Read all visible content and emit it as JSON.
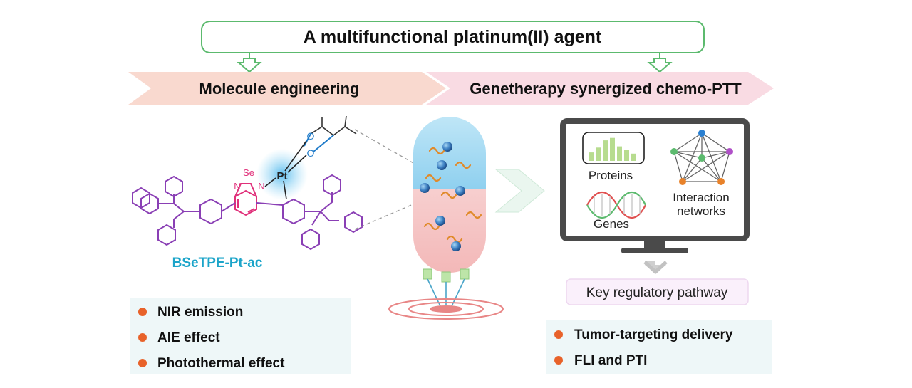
{
  "title": "A multifunctional platinum(II) agent",
  "banner_left": "Molecule engineering",
  "banner_right": "Genetherapy synergized chemo-PTT",
  "molecule": {
    "name": "BSeTPE-Pt-ac",
    "atoms": {
      "se": "Se",
      "n1": "N",
      "n2": "N",
      "pt": "Pt",
      "o1": "O",
      "o2": "O"
    }
  },
  "properties_left": [
    "NIR emission",
    "AIE effect",
    "Photothermal effect"
  ],
  "monitor": {
    "proteins": "Proteins",
    "genes": "Genes",
    "interaction_line1": "Interaction",
    "interaction_line2": "networks"
  },
  "pathway": "Key regulatory pathway",
  "properties_right": [
    "Tumor-targeting delivery",
    "FLI and PTI"
  ],
  "colors": {
    "green_outline": "#5cba6e",
    "banner_left": "#f9d9cf",
    "banner_right": "#f9dbe3",
    "bullet": "#e8622a",
    "purple": "#8a3fb5",
    "magenta": "#e0307a",
    "cyan": "#1ba4c9",
    "blue_atom": "#1f7bc9"
  },
  "chart_bars": [
    0.35,
    0.55,
    0.85,
    0.95,
    0.6,
    0.45,
    0.3
  ]
}
